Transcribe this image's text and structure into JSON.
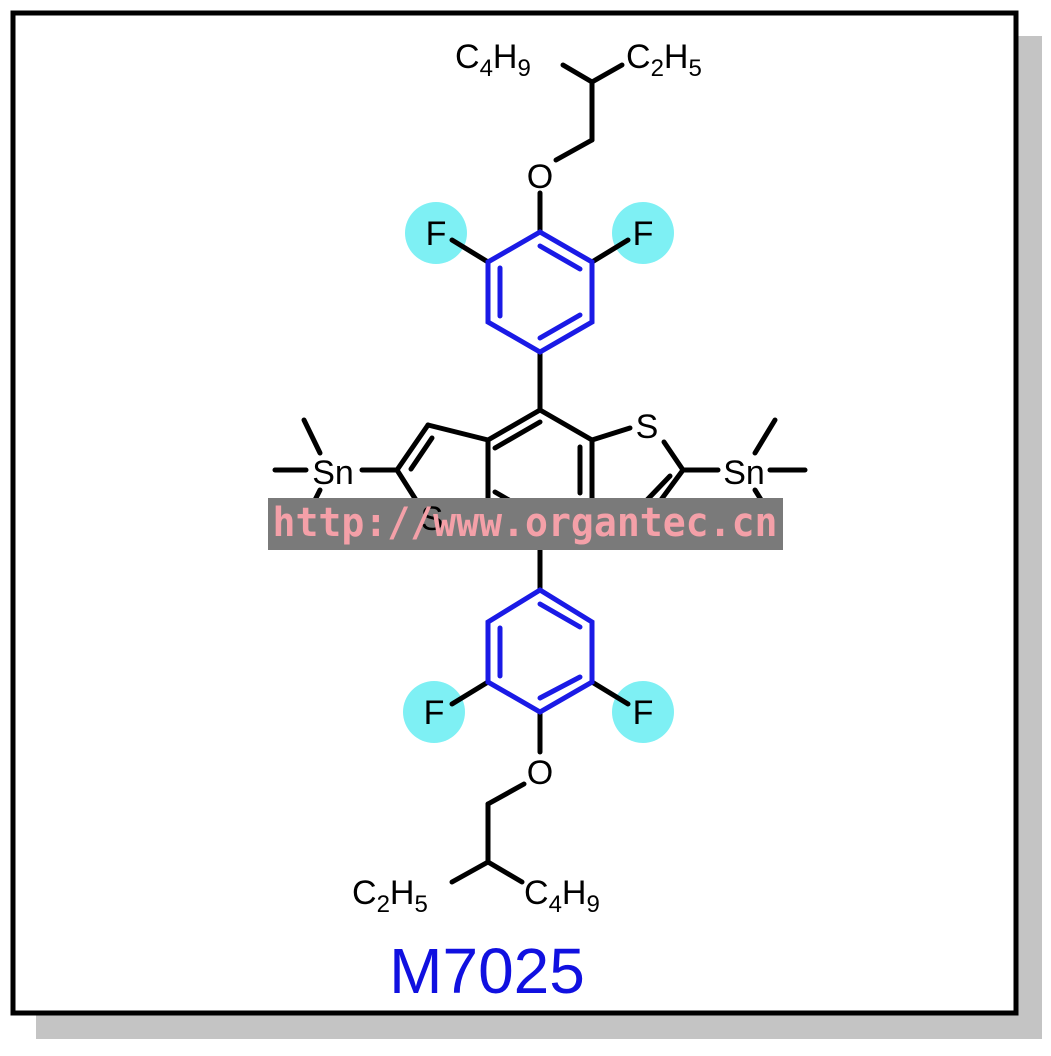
{
  "compound": {
    "code": "M7025",
    "code_color": "#1010e0"
  },
  "labels": {
    "top_chain_left": {
      "main": "C",
      "sub1": "4",
      "mid": "H",
      "sub2": "9"
    },
    "top_chain_right": {
      "main": "C",
      "sub1": "2",
      "mid": "H",
      "sub2": "5"
    },
    "bottom_chain_left": {
      "main": "C",
      "sub1": "2",
      "mid": "H",
      "sub2": "5"
    },
    "bottom_chain_right": {
      "main": "C",
      "sub1": "4",
      "mid": "H",
      "sub2": "9"
    },
    "oxygen": "O",
    "fluorine": "F",
    "sulfur": "S",
    "tin": "Sn"
  },
  "watermark": {
    "text": "http://www.organtec.cn",
    "text_color": "#f4a0a8",
    "band_color": "#7a7a7a"
  },
  "colors": {
    "bond": "#000000",
    "phenyl_ring": "#1a1ae6",
    "fluorine_highlight": "#7ef0f4",
    "frame_shadow": "#c4c4c4"
  }
}
